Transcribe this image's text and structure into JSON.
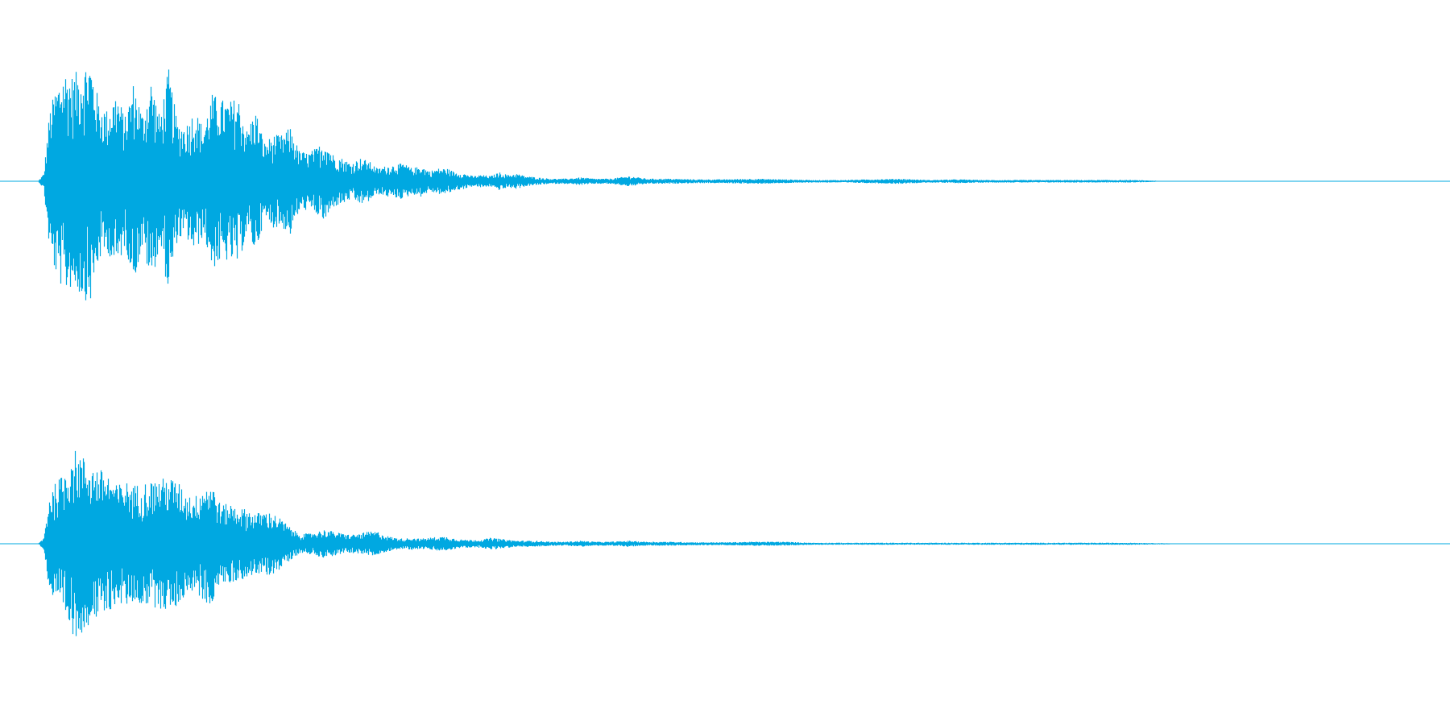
{
  "chart_data": {
    "type": "area",
    "title": "",
    "xlabel": "",
    "ylabel": "",
    "grid": false,
    "legend": "none",
    "color": "#00a8e1",
    "ylim": [
      -1,
      1
    ],
    "duration": 1,
    "channels": [
      {
        "channel": 1,
        "envelope": [
          [
            0.0,
            0.0
          ],
          [
            0.026,
            0.0
          ],
          [
            0.03,
            0.06
          ],
          [
            0.034,
            0.55
          ],
          [
            0.038,
            0.72
          ],
          [
            0.044,
            0.87
          ],
          [
            0.05,
            0.82
          ],
          [
            0.056,
            0.9
          ],
          [
            0.062,
            0.95
          ],
          [
            0.068,
            0.62
          ],
          [
            0.074,
            0.55
          ],
          [
            0.08,
            0.7
          ],
          [
            0.086,
            0.5
          ],
          [
            0.092,
            0.78
          ],
          [
            0.098,
            0.52
          ],
          [
            0.104,
            0.8
          ],
          [
            0.11,
            0.5
          ],
          [
            0.116,
            0.88
          ],
          [
            0.122,
            0.46
          ],
          [
            0.128,
            0.44
          ],
          [
            0.134,
            0.56
          ],
          [
            0.14,
            0.42
          ],
          [
            0.146,
            0.68
          ],
          [
            0.152,
            0.64
          ],
          [
            0.158,
            0.62
          ],
          [
            0.164,
            0.66
          ],
          [
            0.17,
            0.4
          ],
          [
            0.176,
            0.56
          ],
          [
            0.182,
            0.3
          ],
          [
            0.188,
            0.36
          ],
          [
            0.194,
            0.36
          ],
          [
            0.2,
            0.42
          ],
          [
            0.206,
            0.24
          ],
          [
            0.212,
            0.22
          ],
          [
            0.218,
            0.26
          ],
          [
            0.224,
            0.32
          ],
          [
            0.23,
            0.2
          ],
          [
            0.236,
            0.18
          ],
          [
            0.242,
            0.14
          ],
          [
            0.248,
            0.18
          ],
          [
            0.254,
            0.16
          ],
          [
            0.26,
            0.1
          ],
          [
            0.266,
            0.12
          ],
          [
            0.272,
            0.13
          ],
          [
            0.278,
            0.14
          ],
          [
            0.284,
            0.1
          ],
          [
            0.29,
            0.12
          ],
          [
            0.296,
            0.08
          ],
          [
            0.302,
            0.1
          ],
          [
            0.308,
            0.1
          ],
          [
            0.314,
            0.07
          ],
          [
            0.32,
            0.06
          ],
          [
            0.326,
            0.04
          ],
          [
            0.332,
            0.05
          ],
          [
            0.338,
            0.04
          ],
          [
            0.344,
            0.07
          ],
          [
            0.35,
            0.05
          ],
          [
            0.356,
            0.06
          ],
          [
            0.362,
            0.04
          ],
          [
            0.37,
            0.03
          ],
          [
            0.38,
            0.02
          ],
          [
            0.39,
            0.02
          ],
          [
            0.4,
            0.03
          ],
          [
            0.41,
            0.02
          ],
          [
            0.42,
            0.02
          ],
          [
            0.434,
            0.04
          ],
          [
            0.446,
            0.02
          ],
          [
            0.46,
            0.02
          ],
          [
            0.48,
            0.015
          ],
          [
            0.5,
            0.015
          ],
          [
            0.52,
            0.02
          ],
          [
            0.54,
            0.015
          ],
          [
            0.56,
            0.01
          ],
          [
            0.58,
            0.01
          ],
          [
            0.6,
            0.015
          ],
          [
            0.62,
            0.02
          ],
          [
            0.64,
            0.01
          ],
          [
            0.66,
            0.015
          ],
          [
            0.68,
            0.01
          ],
          [
            0.7,
            0.01
          ],
          [
            0.72,
            0.01
          ],
          [
            0.74,
            0.01
          ],
          [
            0.76,
            0.01
          ],
          [
            0.78,
            0.01
          ],
          [
            0.796,
            0.005
          ],
          [
            0.8,
            0.0
          ],
          [
            1.0,
            0.0
          ]
        ]
      },
      {
        "channel": 2,
        "envelope": [
          [
            0.0,
            0.0
          ],
          [
            0.026,
            0.0
          ],
          [
            0.03,
            0.06
          ],
          [
            0.034,
            0.5
          ],
          [
            0.038,
            0.6
          ],
          [
            0.044,
            0.7
          ],
          [
            0.05,
            0.94
          ],
          [
            0.056,
            0.88
          ],
          [
            0.062,
            0.78
          ],
          [
            0.068,
            0.74
          ],
          [
            0.074,
            0.7
          ],
          [
            0.08,
            0.58
          ],
          [
            0.086,
            0.62
          ],
          [
            0.092,
            0.58
          ],
          [
            0.098,
            0.6
          ],
          [
            0.104,
            0.62
          ],
          [
            0.11,
            0.64
          ],
          [
            0.116,
            0.66
          ],
          [
            0.122,
            0.62
          ],
          [
            0.128,
            0.5
          ],
          [
            0.134,
            0.46
          ],
          [
            0.14,
            0.58
          ],
          [
            0.146,
            0.6
          ],
          [
            0.152,
            0.38
          ],
          [
            0.158,
            0.4
          ],
          [
            0.164,
            0.36
          ],
          [
            0.17,
            0.34
          ],
          [
            0.176,
            0.3
          ],
          [
            0.182,
            0.32
          ],
          [
            0.188,
            0.3
          ],
          [
            0.194,
            0.24
          ],
          [
            0.2,
            0.16
          ],
          [
            0.206,
            0.1
          ],
          [
            0.212,
            0.1
          ],
          [
            0.218,
            0.12
          ],
          [
            0.224,
            0.14
          ],
          [
            0.23,
            0.12
          ],
          [
            0.236,
            0.1
          ],
          [
            0.242,
            0.09
          ],
          [
            0.248,
            0.1
          ],
          [
            0.254,
            0.12
          ],
          [
            0.26,
            0.12
          ],
          [
            0.266,
            0.08
          ],
          [
            0.272,
            0.06
          ],
          [
            0.278,
            0.05
          ],
          [
            0.284,
            0.06
          ],
          [
            0.29,
            0.05
          ],
          [
            0.296,
            0.06
          ],
          [
            0.302,
            0.07
          ],
          [
            0.308,
            0.07
          ],
          [
            0.314,
            0.05
          ],
          [
            0.32,
            0.04
          ],
          [
            0.326,
            0.04
          ],
          [
            0.332,
            0.04
          ],
          [
            0.338,
            0.06
          ],
          [
            0.344,
            0.05
          ],
          [
            0.35,
            0.04
          ],
          [
            0.356,
            0.03
          ],
          [
            0.362,
            0.03
          ],
          [
            0.37,
            0.03
          ],
          [
            0.38,
            0.02
          ],
          [
            0.39,
            0.02
          ],
          [
            0.4,
            0.03
          ],
          [
            0.41,
            0.02
          ],
          [
            0.42,
            0.02
          ],
          [
            0.434,
            0.03
          ],
          [
            0.446,
            0.02
          ],
          [
            0.46,
            0.02
          ],
          [
            0.48,
            0.015
          ],
          [
            0.5,
            0.015
          ],
          [
            0.52,
            0.02
          ],
          [
            0.54,
            0.02
          ],
          [
            0.56,
            0.01
          ],
          [
            0.58,
            0.01
          ],
          [
            0.6,
            0.01
          ],
          [
            0.62,
            0.01
          ],
          [
            0.64,
            0.01
          ],
          [
            0.66,
            0.01
          ],
          [
            0.68,
            0.01
          ],
          [
            0.7,
            0.01
          ],
          [
            0.72,
            0.01
          ],
          [
            0.74,
            0.01
          ],
          [
            0.76,
            0.01
          ],
          [
            0.78,
            0.01
          ],
          [
            0.806,
            0.005
          ],
          [
            0.81,
            0.0
          ],
          [
            1.0,
            0.0
          ]
        ]
      }
    ]
  }
}
